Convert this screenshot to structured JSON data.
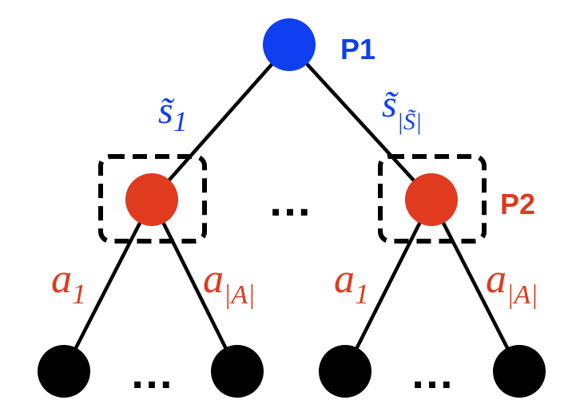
{
  "colors": {
    "p1": "#0f3ff0",
    "p2": "#e03a1f",
    "leaf": "#000000",
    "edge": "#000000"
  },
  "players": {
    "p1": "P1",
    "p2": "P2"
  },
  "signals": {
    "left": {
      "base": "s̃",
      "sub": "1"
    },
    "right": {
      "base": "s̃",
      "sub": "|S̃|"
    }
  },
  "actions": {
    "left": {
      "base": "a",
      "sub": "1"
    },
    "right": {
      "base": "a",
      "sub": "|A|"
    }
  },
  "ellipsis": "…"
}
